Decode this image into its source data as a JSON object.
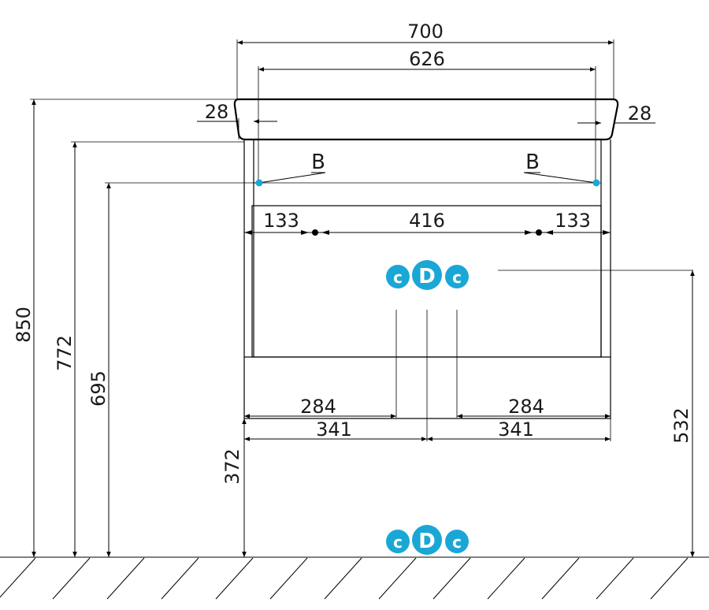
{
  "dimensions": {
    "overall_width": "700",
    "basin_inner_width": "626",
    "basin_side_left": "28",
    "basin_side_right": "28",
    "mount_left": "133",
    "mount_spacing": "416",
    "mount_right": "133",
    "height_total": "850",
    "height_cabinet_top": "772",
    "height_mount_points": "695",
    "height_bottom": "372",
    "height_connection": "532",
    "pipe_left_inner": "284",
    "pipe_right_inner": "284",
    "center_left": "341",
    "center_right": "341"
  },
  "markers": {
    "left": "B",
    "right": "B"
  },
  "connections": {
    "upper": [
      "c",
      "D",
      "c"
    ],
    "lower": [
      "c",
      "D",
      "c"
    ]
  },
  "colors": {
    "accent": "#1aa7d6",
    "line": "#000000"
  }
}
